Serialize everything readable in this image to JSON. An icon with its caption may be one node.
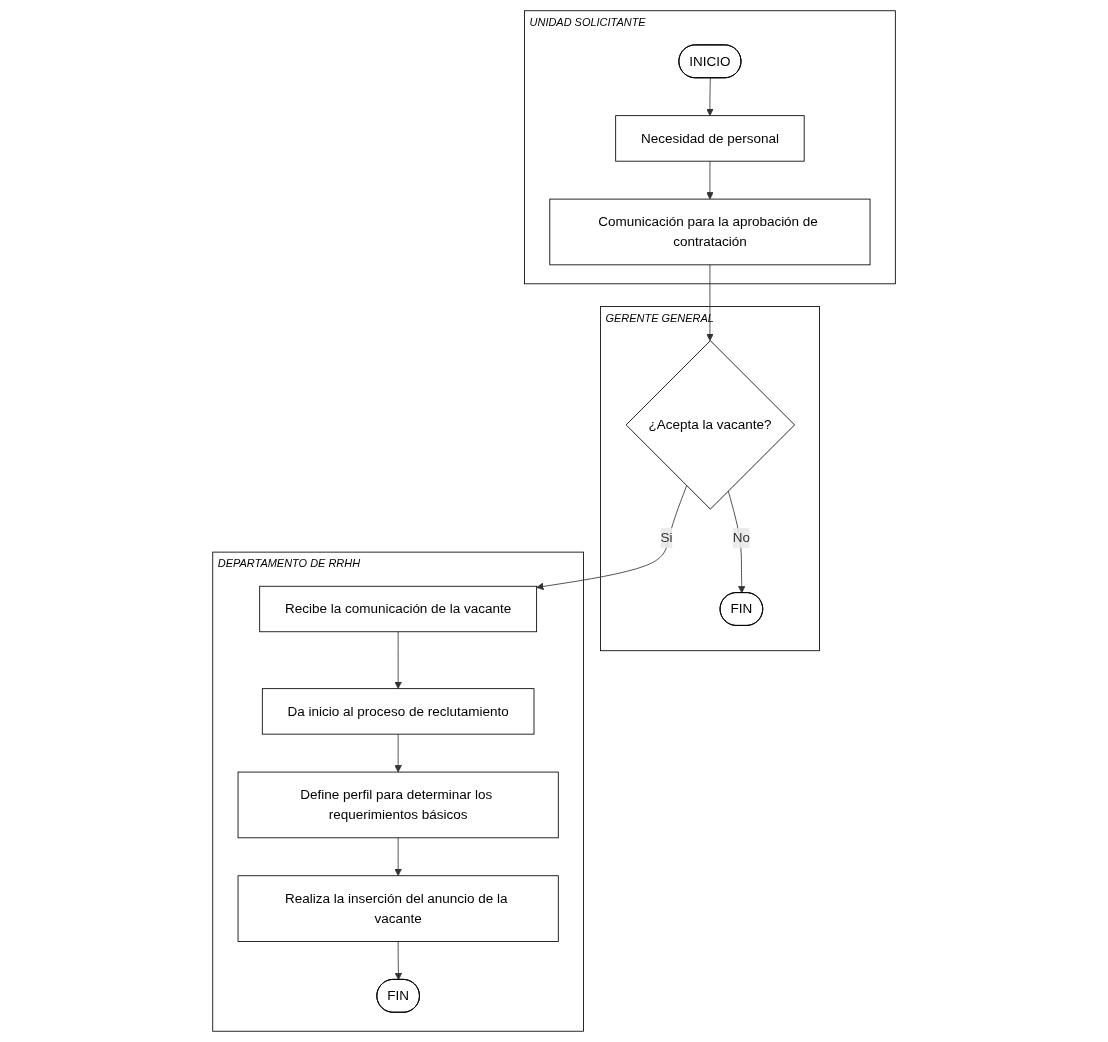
{
  "diagram": {
    "nodes": [
      {
        "text": [
          "UNIDAD SOLICITANTE"
        ]
      },
      {
        "text": [
          "INICIO"
        ],
        "in": 0
      },
      {
        "text": [
          "Necesidad de personal"
        ],
        "in": 0
      },
      {
        "text": [
          "Comunicación para la aprobación de contratación"
        ],
        "in": 0
      },
      {
        "text": [
          "GERENTE GENERAL"
        ]
      },
      {
        "text": [
          "¿Acepta la vacante?"
        ],
        "in": 4
      },
      {
        "text": [
          "FIN"
        ],
        "in": 4
      },
      {
        "text": [
          "DEPARTAMENTO DE RRHH"
        ]
      },
      {
        "text": [
          "Recibe la comunicación de la vacante"
        ],
        "in": 7
      },
      {
        "text": [
          "Da inicio al proceso de reclutamiento"
        ],
        "in": 7
      },
      {
        "text": [
          "Define perfil para determinar los requerimientos básicos"
        ],
        "in": 7
      },
      {
        "text": [
          "Realiza la inserción del anuncio de la vacante"
        ],
        "in": 7
      },
      {
        "text": [
          "FIN"
        ],
        "in": 7
      }
    ],
    "edges": [
      {
        "from": 1,
        "to": 2,
        "arrow": "to"
      },
      {
        "from": 2,
        "to": 3,
        "arrow": "to"
      },
      {
        "from": 3,
        "to": 5,
        "arrow": "to"
      },
      {
        "from": 5,
        "to": 8,
        "label": "Si",
        "arrow": "to"
      },
      {
        "from": 5,
        "to": 6,
        "label": "No",
        "arrow": "to"
      },
      {
        "from": 8,
        "to": 9,
        "arrow": "to"
      },
      {
        "from": 9,
        "to": 10,
        "arrow": "to"
      },
      {
        "from": 10,
        "to": 11,
        "arrow": "to"
      },
      {
        "from": 11,
        "to": 12,
        "arrow": "to"
      }
    ]
  }
}
